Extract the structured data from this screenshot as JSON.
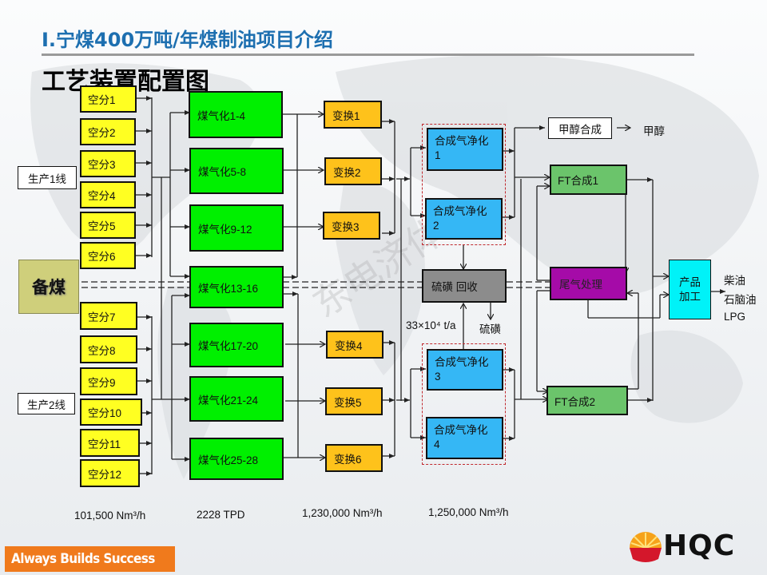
{
  "header": {
    "title": "I.宁煤400万吨/年煤制油项目介绍",
    "subtitle": "工艺装置配置图"
  },
  "colors": {
    "title_blue": "#1d6fb0",
    "air_separation": "#ffff22",
    "gasification": "#00f000",
    "shift": "#fec21b",
    "syngas_cleanup": "#35b7f5",
    "sulfur_recovery": "#8c8c8c",
    "ft_synthesis": "#6bc46b",
    "tail_gas": "#a50ba8",
    "product_upgrading": "#00f2f8",
    "slogan_orange": "#f07a1c"
  },
  "diagram": {
    "line_labels": [
      "生产1线",
      "生产2线"
    ],
    "backup_coal": "备煤",
    "air_separation_units": [
      "空分1",
      "空分2",
      "空分3",
      "空分4",
      "空分5",
      "空分6",
      "空分7",
      "空分8",
      "空分9",
      "空分10",
      "空分11",
      "空分12"
    ],
    "gasifiers": [
      "煤气化1-4",
      "煤气化5-8",
      "煤气化9-12",
      "煤气化13-16",
      "煤气化17-20",
      "煤气化21-24",
      "煤气化25-28"
    ],
    "shift_units": [
      "变换1",
      "变换2",
      "变换3",
      "变换4",
      "变换5",
      "变换6"
    ],
    "syngas_cleanup": [
      {
        "name": "合成气净化",
        "num": "1"
      },
      {
        "name": "合成气净化",
        "num": "2"
      },
      {
        "name": "合成气净化",
        "num": "3"
      },
      {
        "name": "合成气净化",
        "num": "4"
      }
    ],
    "sulfur_recovery": "硫磺 回收",
    "sulfur_capacity": "33×10⁴ t/a",
    "sulfur_product": "硫磺",
    "methanol_synthesis": "甲醇合成",
    "methanol_product": "甲醇",
    "ft_units": [
      "FT合成1",
      "FT合成2"
    ],
    "tail_gas": "尾气处理",
    "product_upgrading": [
      "产品",
      "加工"
    ],
    "products": [
      "柴油",
      "石脑油",
      "LPG"
    ]
  },
  "capacities": [
    "101,500 Nm³/h",
    "2228 TPD",
    "1,230,000 Nm³/h",
    "1,250,000 Nm³/h"
  ],
  "footer": {
    "slogan": "Always Builds Success",
    "logo_text": "HQC"
  },
  "watermark": "东电济体"
}
